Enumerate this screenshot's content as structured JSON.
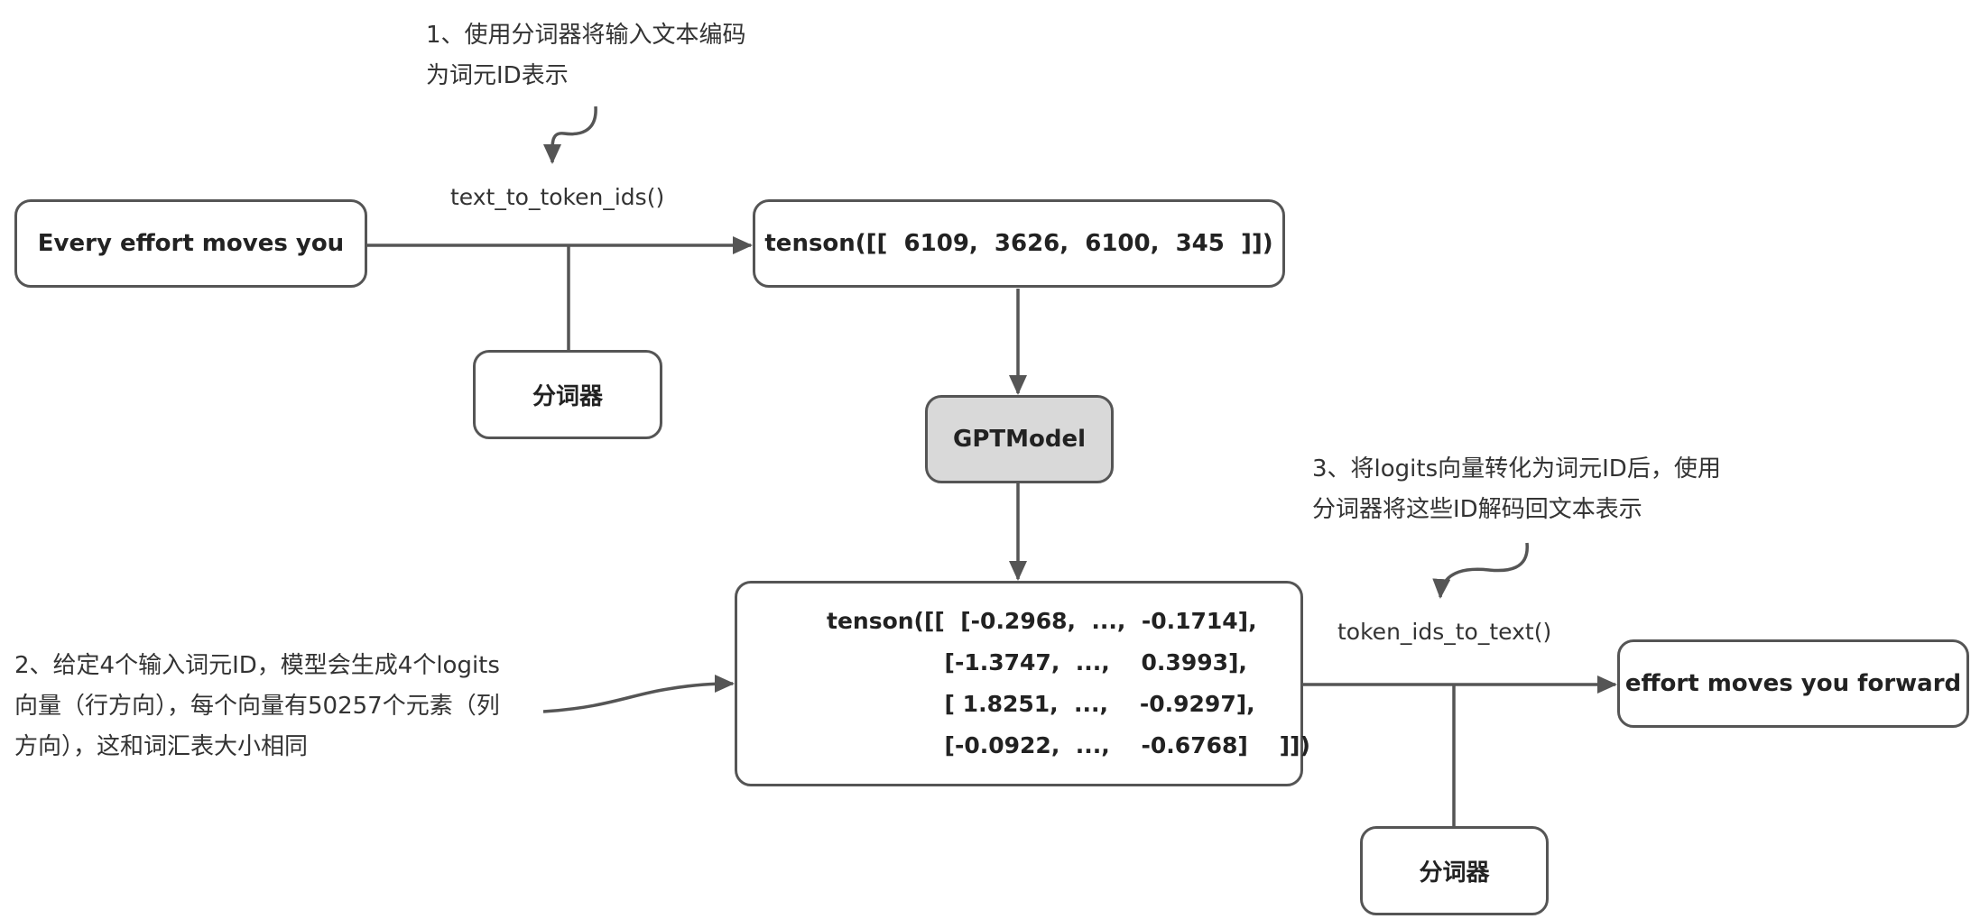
{
  "input_text": "Every effort moves you",
  "tokenizer_label": "分词器",
  "encode_fn": "text_to_token_ids()",
  "token_ids_tensor": "tenson([[  6109,  3626,  6100,  345  ]])",
  "model_label": "GPTModel",
  "logits_tensor": {
    "rows": [
      "tenson([[  [-0.2968,  ...,  -0.1714],",
      "               [-1.3747,  ...,    0.3993],",
      "               [ 1.8251,  ...,    -0.9297],",
      "               [-0.0922,  ...,    -0.6768]    ]])"
    ]
  },
  "decode_fn": "token_ids_to_text()",
  "output_text": "effort moves you forward",
  "notes": {
    "step1": [
      "1、使用分词器将输入文本编码",
      "为词元ID表示"
    ],
    "step2": [
      "2、给定4个输入词元ID，模型会生成4个logits",
      "向量（行方向），每个向量有50257个元素（列",
      "方向），这和词汇表大小相同"
    ],
    "step3": [
      "3、将logits向量转化为词元ID后，使用",
      "分词器将这些ID解码回文本表示"
    ]
  },
  "colors": {
    "stroke": "#555555",
    "model_fill": "#d9d9d9",
    "box_fill": "#ffffff"
  }
}
